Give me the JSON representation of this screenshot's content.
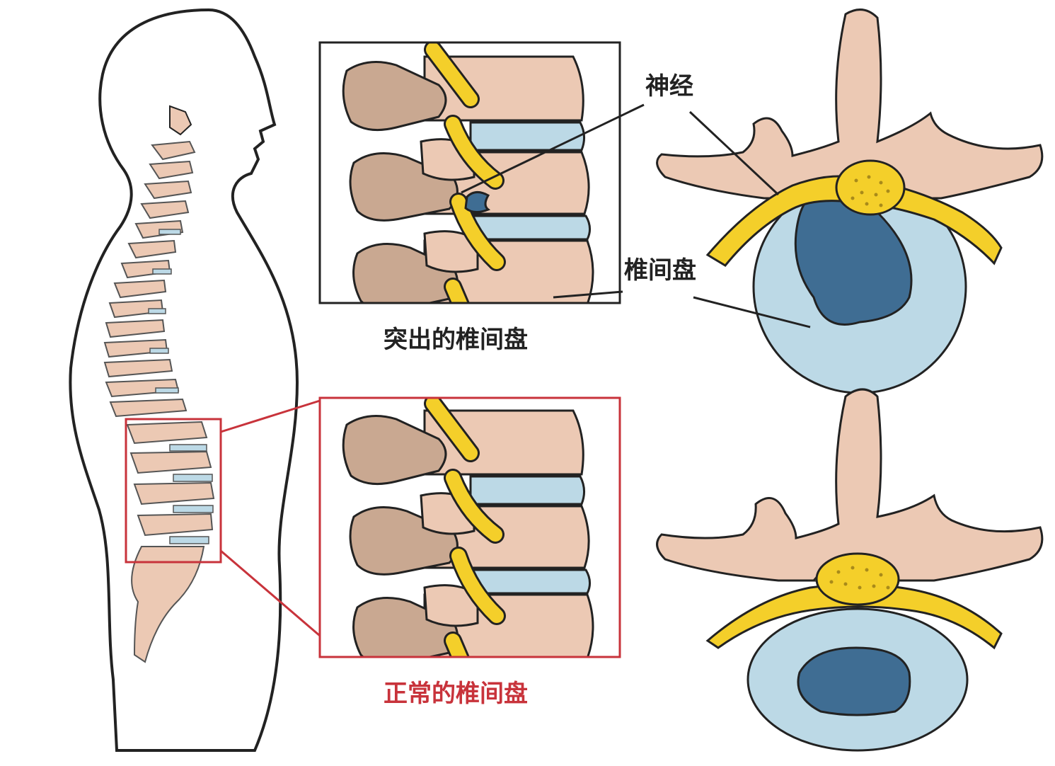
{
  "labels": {
    "nerve": "神经",
    "disc": "椎间盘",
    "herniated_caption": "突出的椎间盘",
    "normal_caption": "正常的椎间盘"
  },
  "colors": {
    "bone": "#ecc9b4",
    "bone_dark": "#c9a891",
    "disc": "#bcd9e6",
    "nucleus": "#3f6d93",
    "nerve": "#f4cf2a",
    "outline": "#222222",
    "highlight_red": "#c8333b"
  },
  "icons": {
    "body": "human-silhouette-icon",
    "spine": "spinal-column-icon"
  }
}
